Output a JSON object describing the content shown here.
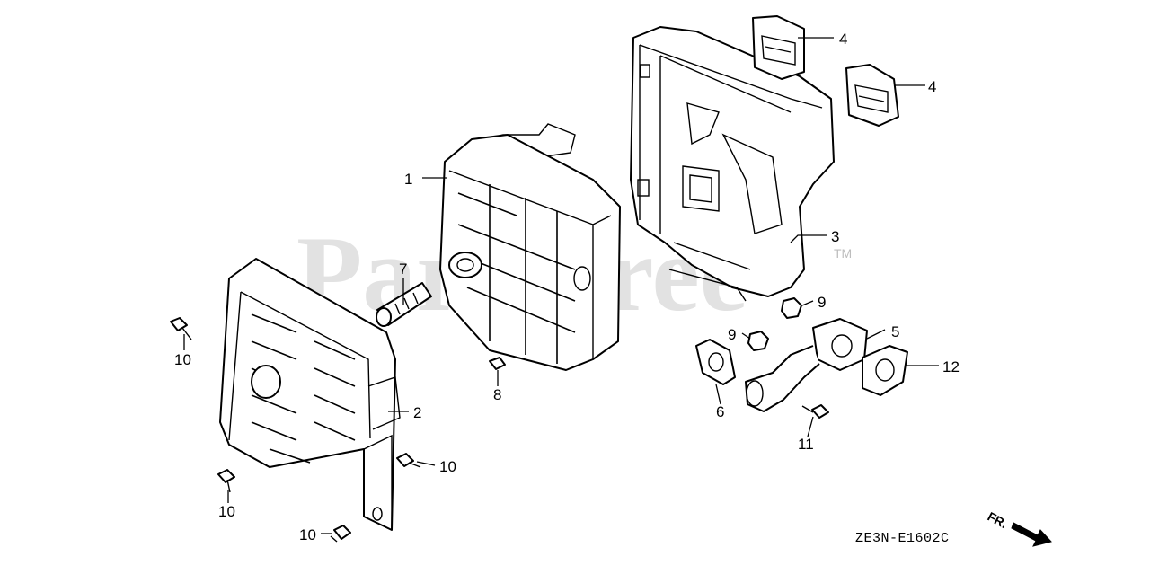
{
  "watermark": {
    "text": "PartsTree",
    "tm": "TM"
  },
  "diagram_code": "ZE3N-E1602C",
  "direction_label": "FR.",
  "callouts": {
    "muffler": "1",
    "muffler_protector": "2",
    "muffler_cover": "3",
    "cap_upper": "4",
    "cap_lower": "4",
    "exhaust_pipe": "5",
    "gasket_left": "6",
    "spark_arrester": "7",
    "screw_8": "8",
    "nut_upper": "9",
    "nut_lower": "9",
    "bolt_10_a": "10",
    "bolt_10_b": "10",
    "bolt_10_c": "10",
    "bolt_10_d": "10",
    "bolt_11": "11",
    "gasket_right": "12"
  }
}
